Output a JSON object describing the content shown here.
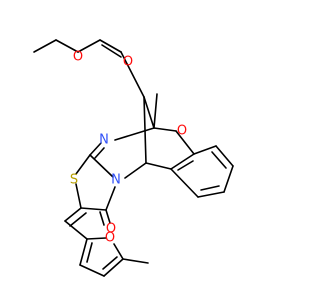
{
  "colors": {
    "oxygen": "#ff0d0d",
    "nitrogen": "#3050f8",
    "sulfur": "#b8a000",
    "bond": "#000000",
    "background": "#ffffff"
  },
  "atoms": {
    "ester_carbonyl_oxygen": {
      "symbol": "O",
      "element": "oxygen"
    },
    "ester_alkoxy_oxygen": {
      "symbol": "O",
      "element": "oxygen"
    },
    "ring_ether_oxygen": {
      "symbol": "O",
      "element": "oxygen"
    },
    "imine_nitrogen": {
      "symbol": "N",
      "element": "nitrogen"
    },
    "lactam_nitrogen": {
      "symbol": "N",
      "element": "nitrogen"
    },
    "thiazole_sulfur": {
      "symbol": "S",
      "element": "sulfur"
    },
    "lactam_oxygen": {
      "symbol": "O",
      "element": "oxygen"
    },
    "furan_oxygen": {
      "symbol": "O",
      "element": "oxygen"
    }
  }
}
